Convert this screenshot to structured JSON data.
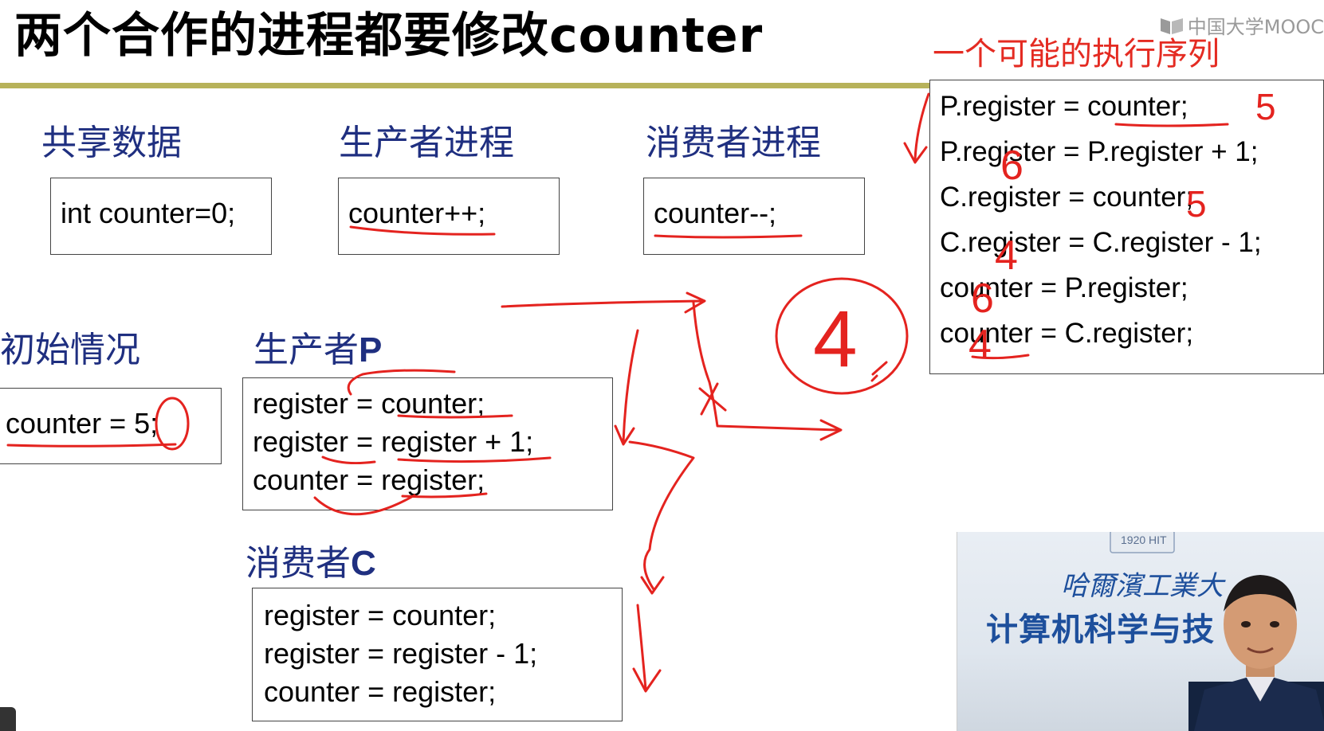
{
  "slide": {
    "title": "两个合作的进程都要修改counter",
    "logo_text": "中国大学MOOC"
  },
  "shared": {
    "heading": "共享数据",
    "code": "int counter=0;"
  },
  "producer": {
    "heading": "生产者进程",
    "code": "counter++;"
  },
  "consumer": {
    "heading": "消费者进程",
    "code": "counter--;"
  },
  "initial": {
    "heading": "初始情况",
    "code": "counter = 5;"
  },
  "producer_p": {
    "heading_cn": "生产者",
    "heading_letter": "P",
    "lines": [
      "register = counter;",
      "register = register + 1;",
      "counter = register;"
    ]
  },
  "consumer_c": {
    "heading_cn": "消费者",
    "heading_letter": "C",
    "lines": [
      "register = counter;",
      "register = register - 1;",
      "counter = register;"
    ]
  },
  "sequence": {
    "title": "一个可能的执行序列",
    "lines": [
      "P.register = counter;",
      "P.register = P.register + 1;",
      "C.register = counter;",
      "C.register = C.register - 1;",
      "counter = P.register;",
      "counter = C.register;"
    ]
  },
  "annotations": {
    "num_5": "5",
    "num_6": "6",
    "num_5b": "5",
    "num_4": "4",
    "num_6b": "6",
    "num_4b": "4",
    "circled_4": "4"
  },
  "video": {
    "school_name": "哈爾濱工業大",
    "department": "计算机科学与技  院",
    "emblem_text": "1920 HIT"
  }
}
